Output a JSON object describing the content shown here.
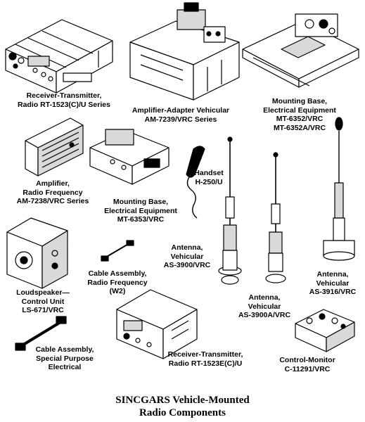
{
  "labels": {
    "rt1523c": {
      "line1": "Receiver-Transmitter,",
      "line2": "Radio RT-1523(C)/U Series"
    },
    "am7239": {
      "line1": "Amplifier-Adapter Vehicular",
      "line2": "AM-7239/VRC Series"
    },
    "mt6352": {
      "line1": "Mounting Base,",
      "line2": "Electrical Equipment",
      "line3": "MT-6352/VRC",
      "line4": "MT-6352A/VRC"
    },
    "am7238": {
      "line1": "Amplifier,",
      "line2": "Radio Frequency",
      "line3": "AM-7238/VRC Series"
    },
    "mt6353": {
      "line1": "Mounting Base,",
      "line2": "Electrical Equipment",
      "line3": "MT-6353/VRC"
    },
    "handset": {
      "line1": "Handset",
      "line2": "H-250/U"
    },
    "as3900": {
      "line1": "Antenna,",
      "line2": "Vehicular",
      "line3": "AS-3900/VRC"
    },
    "as3916": {
      "line1": "Antenna,",
      "line2": "Vehicular",
      "line3": "AS-3916/VRC"
    },
    "ls671": {
      "line1": "Loudspeaker—",
      "line2": "Control Unit",
      "line3": "LS-671/VRC"
    },
    "cable_rf": {
      "line1": "Cable Assembly,",
      "line2": "Radio Frequency",
      "line3": "(W2)"
    },
    "as3900a": {
      "line1": "Antenna,",
      "line2": "Vehicular",
      "line3": "AS-3900A/VRC"
    },
    "cable_sp": {
      "line1": "Cable Assembly,",
      "line2": "Special Purpose",
      "line3": "Electrical"
    },
    "rt1523e": {
      "line1": "Receiver-Transmitter,",
      "line2": "Radio RT-1523E(C)/U"
    },
    "c11291": {
      "line1": "Control-Monitor",
      "line2": "C-11291/VRC"
    }
  },
  "caption": {
    "line1": "SINCGARS Vehicle-Mounted",
    "line2": "Radio Components"
  },
  "colors": {
    "ink": "#000000",
    "paper": "#ffffff",
    "shade": "#d9d9d9"
  }
}
